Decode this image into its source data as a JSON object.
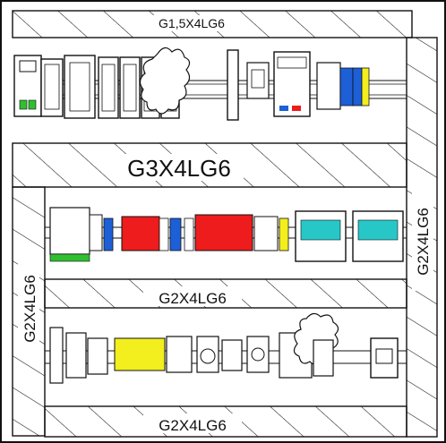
{
  "ducts": {
    "top_horizontal": "G1,5X4LG6",
    "middle_horizontal": "G3X4LG6",
    "lower_horizontal": "G2X4LG6",
    "bottom_horizontal": "G2X4LG6",
    "left_vertical": "G2X4LG6",
    "right_vertical": "G2X4LG6"
  },
  "colors": {
    "red_terminals": "#ee1c1c",
    "blue_terminals": "#1d5fd6",
    "yellow_terminals": "#f3ee1d",
    "green_terminals": "#2fbf2f",
    "cyan_modules": "#27c7c7",
    "line": "#111111"
  },
  "icons": [
    "circuit-breaker-icon",
    "terminal-block-icon",
    "power-supply-icon",
    "relay-module-icon",
    "cable-bundle-icon",
    "socket-icon"
  ]
}
